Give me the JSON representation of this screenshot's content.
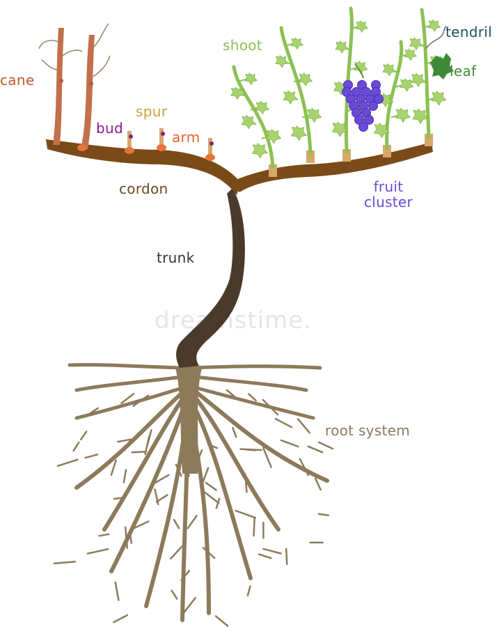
{
  "watermark": "dreamstime.",
  "colors": {
    "root": "#8c7a5b",
    "trunk": "#4a3a2c",
    "cordon": "#7a4a18",
    "cane": "#c2704b",
    "bud": "#e8743a",
    "spur": "#d6a86a",
    "shoot": "#8cc152",
    "leaf": "#a8d46f",
    "leaf_dark": "#3f8a36",
    "grape": "#6a4ad6",
    "tendril": "#6b6b6b"
  },
  "labels": {
    "cane": {
      "text": "cane",
      "color": "#c05a2a"
    },
    "spur": {
      "text": "spur",
      "color": "#c9a23e"
    },
    "bud": {
      "text": "bud",
      "color": "#8a1a8a"
    },
    "arm": {
      "text": "arm",
      "color": "#e8622a"
    },
    "cordon": {
      "text": "cordon",
      "color": "#6b4a1a"
    },
    "shoot": {
      "text": "shoot",
      "color": "#8cc152"
    },
    "tendril": {
      "text": "tendril",
      "color": "#1f4f63"
    },
    "leaf": {
      "text": "leaf",
      "color": "#3f8a36"
    },
    "fruit_cluster_1": {
      "text": "fruit",
      "color": "#6a4ad6"
    },
    "fruit_cluster_2": {
      "text": "cluster",
      "color": "#6a4ad6"
    },
    "trunk": {
      "text": "trunk",
      "color": "#333333"
    },
    "root_system": {
      "text": "root system",
      "color": "#8c7a5b"
    }
  }
}
